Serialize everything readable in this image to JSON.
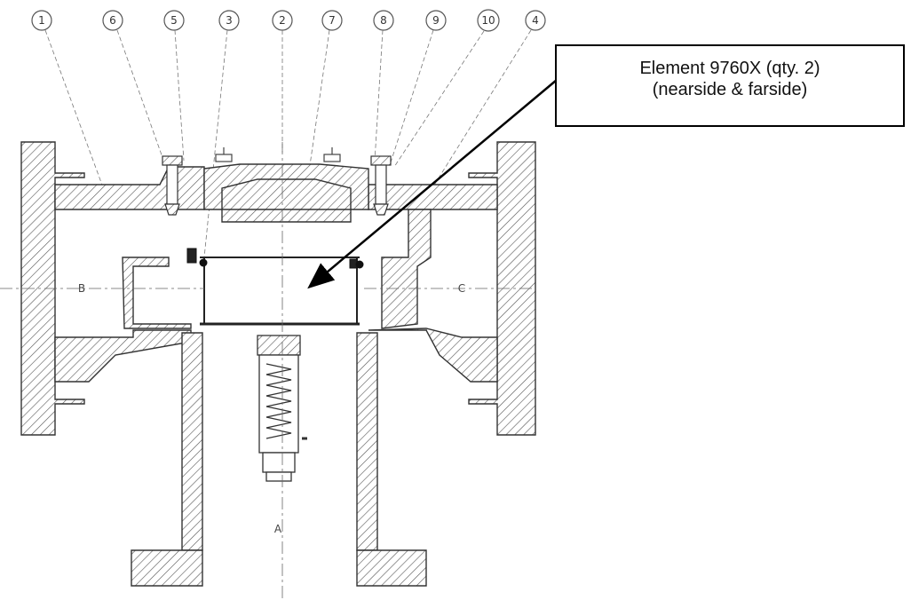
{
  "diagram": {
    "part_numbers": [
      "1",
      "6",
      "5",
      "3",
      "2",
      "7",
      "8",
      "9",
      "10",
      "4"
    ],
    "flow_labels": {
      "left_port": "B",
      "right_port": "C",
      "bottom_port": "A"
    },
    "callout": {
      "line1": "Element 9760X (qty. 2)",
      "line2": "(nearside & farside)"
    }
  }
}
